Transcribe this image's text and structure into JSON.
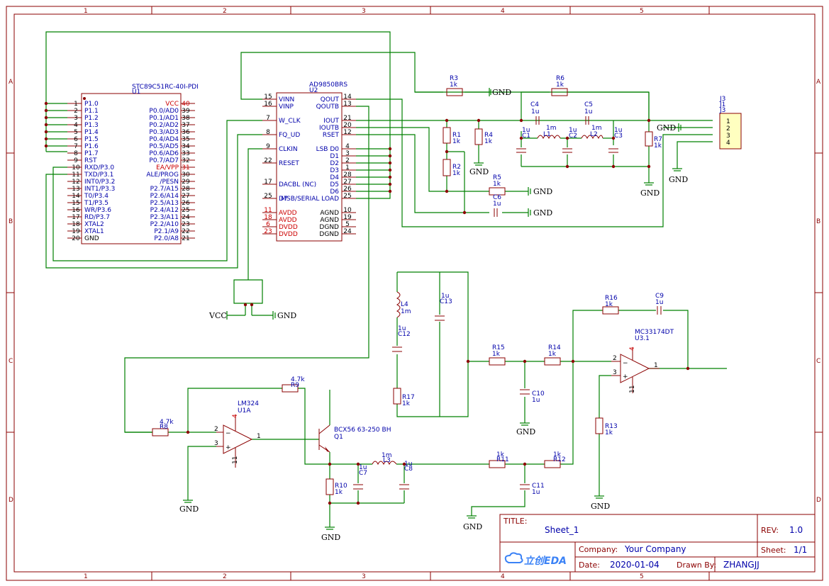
{
  "grid": {
    "cols": [
      "1",
      "2",
      "3",
      "4",
      "5"
    ],
    "rows": [
      "A",
      "B",
      "C",
      "D"
    ]
  },
  "title_block": {
    "title_label": "TITLE:",
    "title": "Sheet_1",
    "rev_label": "REV:",
    "rev": "1.0",
    "company_label": "Company:",
    "company": "Your Company",
    "sheet_label": "Sheet:",
    "sheet": "1/1",
    "date_label": "Date:",
    "date": "2020-01-04",
    "drawn_label": "Drawn By:",
    "drawn": "ZHANGJJ",
    "logo": "立创EDA"
  },
  "mcu": {
    "part": "STC89C51RC-40I-PDI",
    "ref": "U1",
    "left_pins": [
      {
        "num": "1",
        "name": "P1.0"
      },
      {
        "num": "2",
        "name": "P1.1"
      },
      {
        "num": "3",
        "name": "P1.2"
      },
      {
        "num": "4",
        "name": "P1.3"
      },
      {
        "num": "5",
        "name": "P1.4"
      },
      {
        "num": "6",
        "name": "P1.5"
      },
      {
        "num": "7",
        "name": "P1.6"
      },
      {
        "num": "8",
        "name": "P1.7"
      },
      {
        "num": "9",
        "name": "RST"
      },
      {
        "num": "10",
        "name": "RXD/P3.0"
      },
      {
        "num": "11",
        "name": "TXD/P3.1"
      },
      {
        "num": "12",
        "name": "INT0/P3.2"
      },
      {
        "num": "13",
        "name": "INT1/P3.3"
      },
      {
        "num": "14",
        "name": "T0/P3.4"
      },
      {
        "num": "15",
        "name": "T1/P3.5"
      },
      {
        "num": "16",
        "name": "WR/P3.6"
      },
      {
        "num": "17",
        "name": "RD/P3.7"
      },
      {
        "num": "18",
        "name": "XTAL2"
      },
      {
        "num": "19",
        "name": "XTAL1"
      },
      {
        "num": "20",
        "name": "GND"
      }
    ],
    "right_pins": [
      {
        "num": "40",
        "name": "VCC",
        "red": true
      },
      {
        "num": "39",
        "name": "P0.0/AD0"
      },
      {
        "num": "38",
        "name": "P0.1/AD1"
      },
      {
        "num": "37",
        "name": "P0.2/AD2"
      },
      {
        "num": "36",
        "name": "P0.3/AD3"
      },
      {
        "num": "35",
        "name": "P0.4/AD4"
      },
      {
        "num": "34",
        "name": "P0.5/AD5"
      },
      {
        "num": "33",
        "name": "P0.6/AD6"
      },
      {
        "num": "32",
        "name": "P0.7/AD7"
      },
      {
        "num": "31",
        "name": "EA/VPP",
        "red": true
      },
      {
        "num": "30",
        "name": "ALE/PROG"
      },
      {
        "num": "29",
        "name": "/PESN"
      },
      {
        "num": "28",
        "name": "P2.7/A15"
      },
      {
        "num": "27",
        "name": "P2.6/A14"
      },
      {
        "num": "26",
        "name": "P2.5/A13"
      },
      {
        "num": "25",
        "name": "P2.4/A12"
      },
      {
        "num": "24",
        "name": "P2.3/A11"
      },
      {
        "num": "23",
        "name": "P2.2/A10"
      },
      {
        "num": "22",
        "name": "P2.1/A9"
      },
      {
        "num": "21",
        "name": "P2.0/A8"
      }
    ]
  },
  "dds": {
    "part": "AD9850BRS",
    "ref": "U2",
    "left_pins": [
      {
        "num": "15",
        "name": "VINN"
      },
      {
        "num": "16",
        "name": "VINP"
      },
      {
        "num": "7",
        "name": "W_CLK"
      },
      {
        "num": "8",
        "name": "FQ_UD"
      },
      {
        "num": "9",
        "name": "CLKIN"
      },
      {
        "num": "22",
        "name": "RESET"
      },
      {
        "num": "17",
        "name": "DACBL (NC)"
      },
      {
        "num": "25",
        "name": "D7"
      },
      {
        "num": "11",
        "name": "AVDD",
        "red": true
      },
      {
        "num": "18",
        "name": "AVDD",
        "red": true
      },
      {
        "num": "6",
        "name": "DVDD",
        "red": true
      },
      {
        "num": "23",
        "name": "DVDD",
        "red": true
      }
    ],
    "right_pins": [
      {
        "num": "14",
        "name": "QOUT"
      },
      {
        "num": "13",
        "name": "QOUTB"
      },
      {
        "num": "21",
        "name": "IOUT"
      },
      {
        "num": "20",
        "name": "IOUTB"
      },
      {
        "num": "12",
        "name": "RSET"
      },
      {
        "num": "4",
        "name": "LSB D0"
      },
      {
        "num": "3",
        "name": "D1"
      },
      {
        "num": "2",
        "name": "D2"
      },
      {
        "num": "1",
        "name": "D3"
      },
      {
        "num": "28",
        "name": "D4"
      },
      {
        "num": "27",
        "name": "D5"
      },
      {
        "num": "26",
        "name": "D6"
      },
      {
        "num": "25",
        "name": "MSB/SERIAL LOAD"
      },
      {
        "num": "10",
        "name": "AGND"
      },
      {
        "num": "19",
        "name": "AGND"
      },
      {
        "num": "5",
        "name": "DGND"
      },
      {
        "num": "24",
        "name": "DGND"
      }
    ]
  },
  "connector": {
    "ref1": "J3",
    "ref2": "J1",
    "ref3": "J3",
    "pins": [
      "1",
      "2",
      "3",
      "4"
    ]
  },
  "labels": {
    "gnd": "GND",
    "vcc": "VCC",
    "r3": "R3",
    "r3v": "1k",
    "r6": "R6",
    "r6v": "1k",
    "c4": "C4",
    "c4v": "1u",
    "c5": "C5",
    "c5v": "1u",
    "r1": "R1",
    "r1v": "1k",
    "r4": "R4",
    "r4v": "1k",
    "r2": "R2",
    "r2v": "1k",
    "r5": "R5",
    "r5v": "1k",
    "c6": "C6",
    "c6v": "1u",
    "r7": "R7",
    "r7v": "1k",
    "l1": "L1",
    "l1v": "1m",
    "l2": "L2",
    "l2v": "1m",
    "c1": "C1",
    "c1v": "1u",
    "c2": "C2",
    "c2v": "1u",
    "c3": "C3",
    "c3v": "1u",
    "l4": "L4",
    "l4v": "1m",
    "c12": "C12",
    "c12v": "1u",
    "c13": "C13",
    "c13v": "1u",
    "r17": "R17",
    "r17v": "1k",
    "r15": "R15",
    "r15v": "1k",
    "r14": "R14",
    "r14v": "1k",
    "c10": "C10",
    "c10v": "1u",
    "r16": "R16",
    "r16v": "1k",
    "c9": "C9",
    "c9v": "1u",
    "u3": "MC33174DT",
    "u3ref": "U3.1",
    "r13": "R13",
    "r13v": "1k",
    "lm324": "LM324",
    "u1a": "U1A",
    "r8": "R8",
    "r8v": "4.7k",
    "r9": "R9",
    "r9v": "4.7k",
    "q1part": "BCX56 63-250 BH",
    "q1": "Q1",
    "r10": "R10",
    "r10v": "1k",
    "l3": "L3",
    "l3v": "1m",
    "c7": "C7",
    "c7v": "1u",
    "c8": "C8",
    "c8v": "1u",
    "r11": "R11",
    "r11v": "1k",
    "r12": "R12",
    "r12v": "1k",
    "c11": "C11",
    "c11v": "1u"
  }
}
